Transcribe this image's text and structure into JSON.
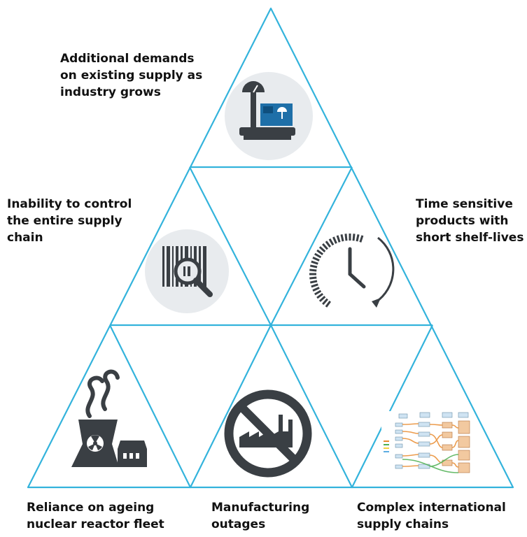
{
  "colors": {
    "outline": "#33B3DC",
    "icon_dark": "#3A3F44",
    "icon_bg": "#E8EBEE",
    "icon_accent": "#1E6FA8",
    "text": "#111111"
  },
  "labels": {
    "top": [
      "Additional demands",
      "on existing supply as",
      "industry grows"
    ],
    "middle_left": [
      "Inability to control",
      "the entire supply",
      "chain"
    ],
    "middle_right": [
      "Time sensitive",
      "products with",
      "short shelf-lives"
    ],
    "bottom_left": [
      "Reliance on ageing",
      "nuclear reactor fleet"
    ],
    "bottom_center": [
      "Manufacturing",
      "outages"
    ],
    "bottom_right": [
      "Complex international",
      "supply chains"
    ]
  },
  "icons": {
    "top": "weighing-scale-icon",
    "middle_left": "barcode-magnifier-icon",
    "middle_right": "clock-icon",
    "bottom_left": "nuclear-plant-icon",
    "bottom_center": "no-factory-icon",
    "bottom_right": "supply-chain-map-icon"
  }
}
